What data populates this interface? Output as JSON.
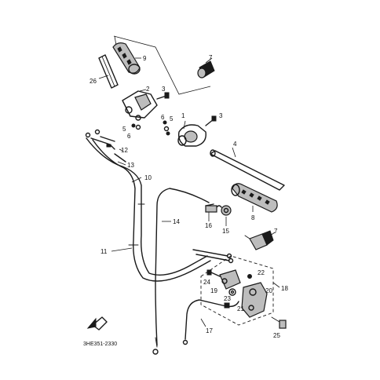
{
  "diagram": {
    "drawing_code": "3HE351-2330",
    "callouts": [
      {
        "id": "c1",
        "text": "1"
      },
      {
        "id": "c2",
        "text": "2"
      },
      {
        "id": "c3a",
        "text": "3"
      },
      {
        "id": "c3b",
        "text": "3"
      },
      {
        "id": "c4",
        "text": "4"
      },
      {
        "id": "c5a",
        "text": "5"
      },
      {
        "id": "c5b",
        "text": "5"
      },
      {
        "id": "c6a",
        "text": "6"
      },
      {
        "id": "c6b",
        "text": "6"
      },
      {
        "id": "c7a",
        "text": "7"
      },
      {
        "id": "c7b",
        "text": "7"
      },
      {
        "id": "c8",
        "text": "8"
      },
      {
        "id": "c9",
        "text": "9"
      },
      {
        "id": "c10",
        "text": "10"
      },
      {
        "id": "c11",
        "text": "11"
      },
      {
        "id": "c12",
        "text": "12"
      },
      {
        "id": "c13",
        "text": "13"
      },
      {
        "id": "c14",
        "text": "14"
      },
      {
        "id": "c15",
        "text": "15"
      },
      {
        "id": "c16",
        "text": "16"
      },
      {
        "id": "c17",
        "text": "17"
      },
      {
        "id": "c18",
        "text": "18"
      },
      {
        "id": "c19",
        "text": "19"
      },
      {
        "id": "c20",
        "text": "20"
      },
      {
        "id": "c21",
        "text": "21"
      },
      {
        "id": "c22",
        "text": "22"
      },
      {
        "id": "c23",
        "text": "23"
      },
      {
        "id": "c24",
        "text": "24"
      },
      {
        "id": "c25",
        "text": "25"
      },
      {
        "id": "c26",
        "text": "26"
      }
    ]
  }
}
